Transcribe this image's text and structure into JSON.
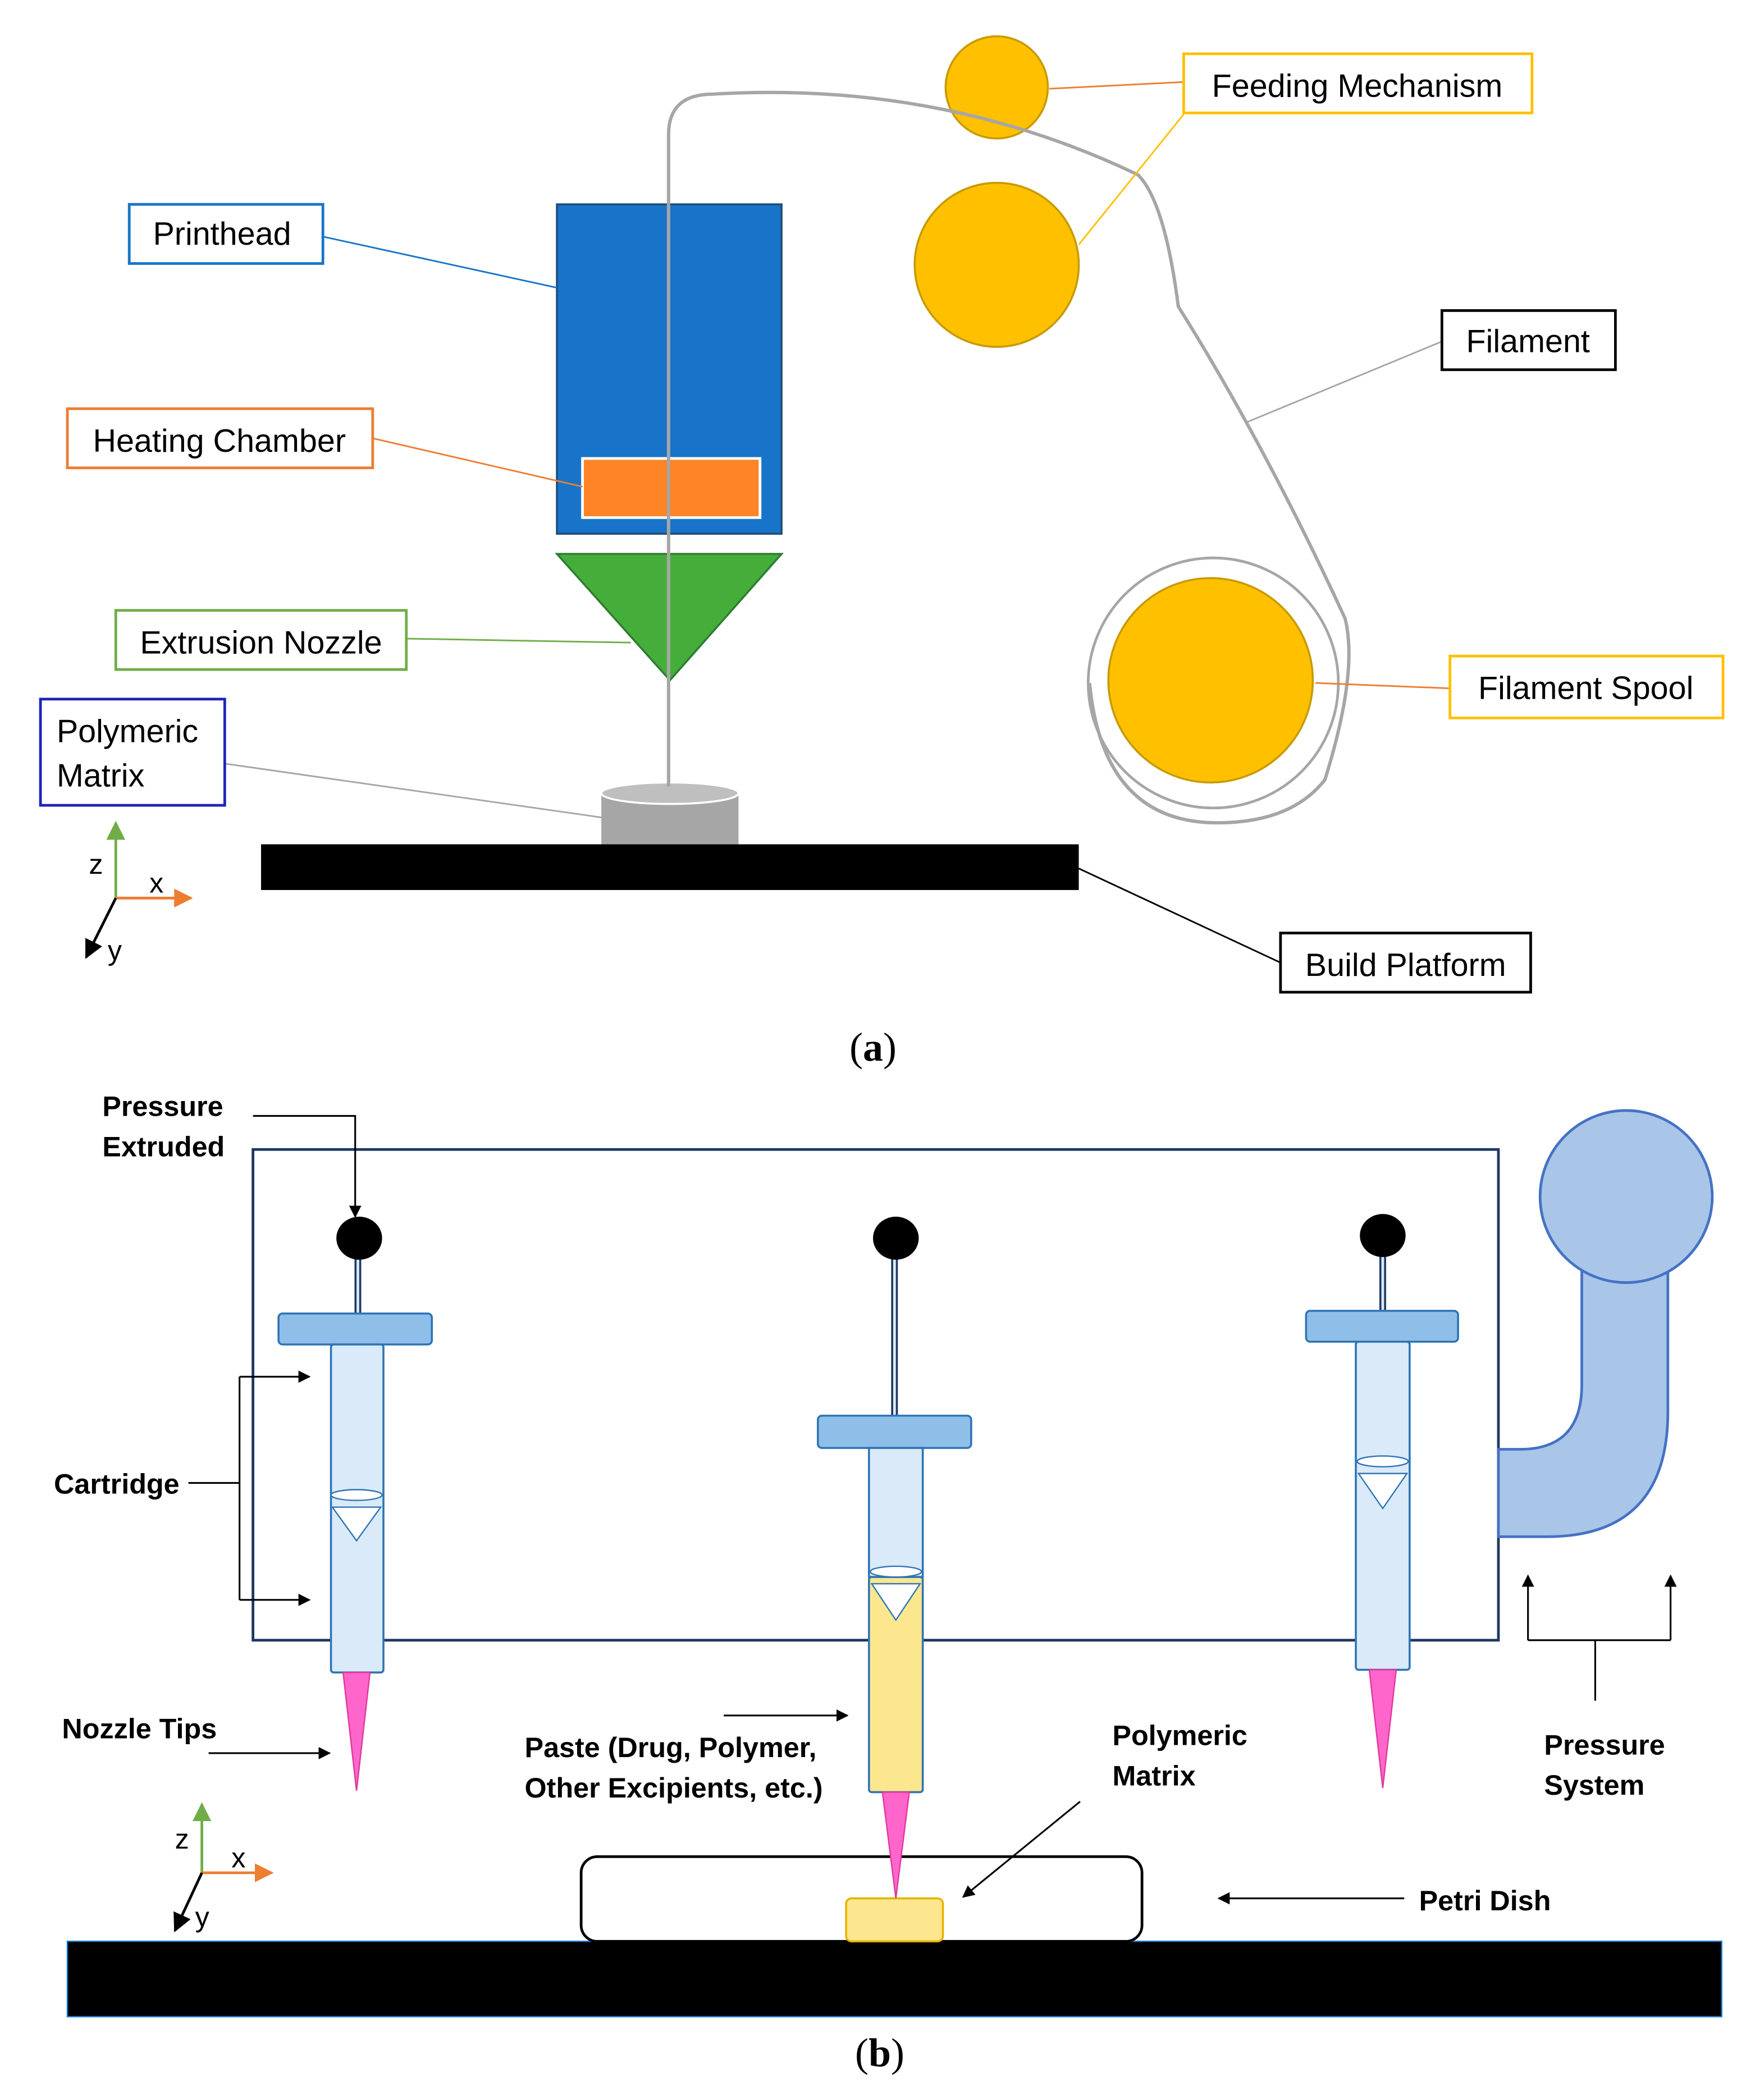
{
  "panel_a": {
    "labels": {
      "feeding_mechanism": "Feeding Mechanism",
      "printhead": "Printhead",
      "filament": "Filament",
      "heating_chamber": "Heating Chamber",
      "extrusion_nozzle": "Extrusion Nozzle",
      "filament_spool": "Filament Spool",
      "polymeric_matrix_1": "Polymeric",
      "polymeric_matrix_2": "Matrix",
      "build_platform": "Build Platform"
    },
    "axes": {
      "z": "z",
      "x": "x",
      "y": "y"
    },
    "caption_letter": "a",
    "colors": {
      "printhead": "#1874C9",
      "heating_chamber": "#FF8426",
      "nozzle": "#45AE3A",
      "feeder": "#FFC000",
      "filament": "#A6A6A6",
      "matrix": "#A6A6A6",
      "platform": "#000000",
      "polymeric_matrix_box": "#1F24B8"
    }
  },
  "panel_b": {
    "labels": {
      "pressure_extruded_1": "Pressure",
      "pressure_extruded_2": "Extruded",
      "cartridge": "Cartridge",
      "nozzle_tips": "Nozzle Tips",
      "paste_1": "Paste (Drug, Polymer,",
      "paste_2": "Other Excipients, etc.)",
      "polymeric_matrix_1": "Polymeric",
      "polymeric_matrix_2": "Matrix",
      "pressure_system_1": "Pressure",
      "pressure_system_2": "System",
      "petri_dish": "Petri Dish"
    },
    "axes": {
      "z": "z",
      "x": "x",
      "y": "y"
    },
    "caption_letter": "b",
    "colors": {
      "frame": "#1F3864",
      "plunger_head": "#8FBFE8",
      "barrel": "#DAEAF8",
      "paste": "#FCE68E",
      "tip": "#FF66CC",
      "pressure_system": "#A9C5E8",
      "platform": "#000000"
    }
  },
  "caption_paren_open": "(",
  "caption_paren_close": ")"
}
